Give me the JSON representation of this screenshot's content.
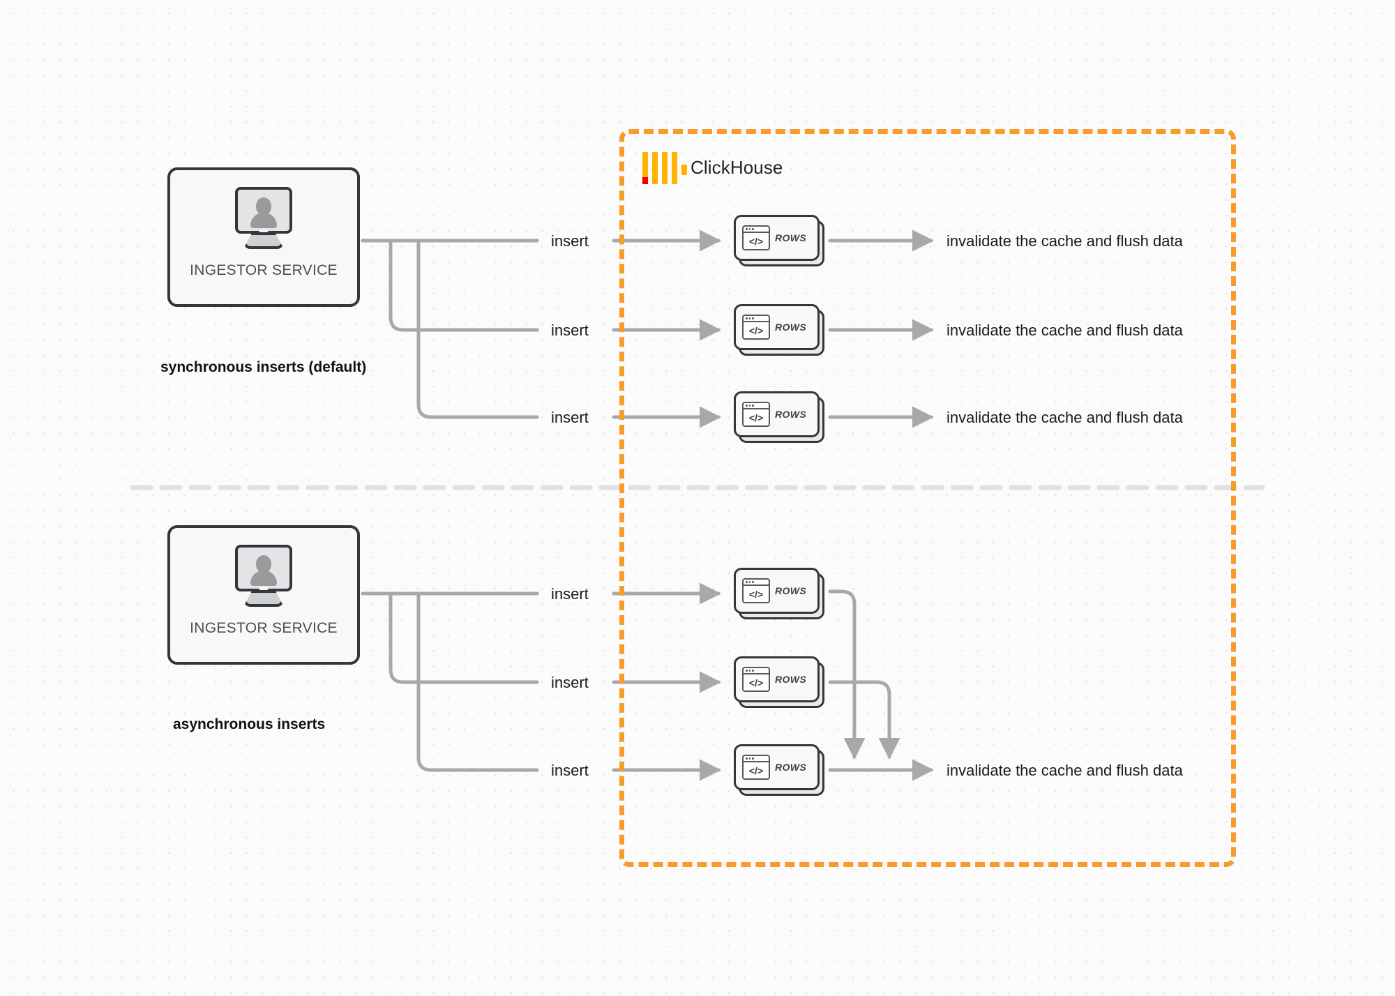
{
  "diagram": {
    "title": "ClickHouse synchronous vs asynchronous inserts",
    "background": "#fbfbfb",
    "accent_color": "#f79c2a",
    "wire_color": "#a8a8a8"
  },
  "clickhouse": {
    "label": "ClickHouse",
    "logo_icon": "clickhouse-logo-icon",
    "bar_color": "#ffb300",
    "accent_red": "#f50000",
    "border_color": "#f79c2a"
  },
  "sections": [
    {
      "id": "synchronous",
      "caption": "synchronous inserts (default)",
      "service": {
        "label": "INGESTOR SERVICE",
        "icon": "monitor-user-icon"
      },
      "flows": [
        {
          "insert_label": "insert",
          "rows_label": "ROWS",
          "result_label": "invalidate the cache and flush data"
        },
        {
          "insert_label": "insert",
          "rows_label": "ROWS",
          "result_label": "invalidate the cache and flush data"
        },
        {
          "insert_label": "insert",
          "rows_label": "ROWS",
          "result_label": "invalidate the cache and flush data"
        }
      ]
    },
    {
      "id": "asynchronous",
      "caption": "asynchronous inserts",
      "service": {
        "label": "INGESTOR SERVICE",
        "icon": "monitor-user-icon"
      },
      "flows": [
        {
          "insert_label": "insert",
          "rows_label": "ROWS"
        },
        {
          "insert_label": "insert",
          "rows_label": "ROWS"
        },
        {
          "insert_label": "insert",
          "rows_label": "ROWS"
        }
      ],
      "merged_result_label": "invalidate the cache and flush data"
    }
  ]
}
